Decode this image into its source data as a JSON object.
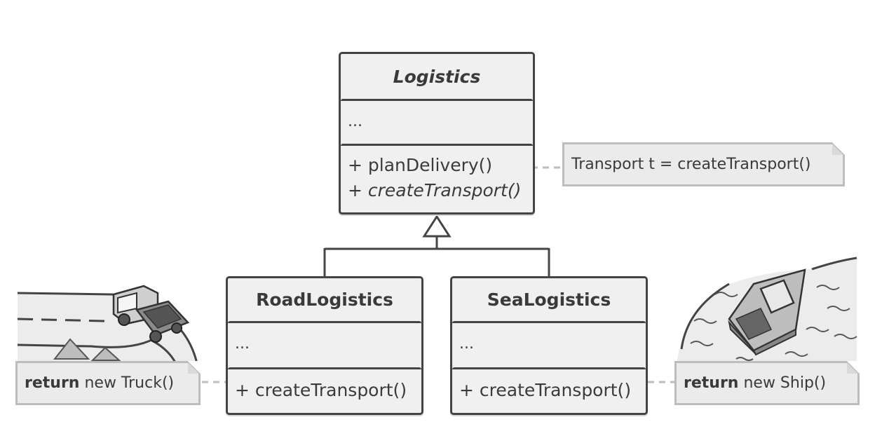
{
  "base_class": {
    "name": "Logistics",
    "attributes": "...",
    "operations": [
      "+ planDelivery()",
      "+ createTransport()"
    ]
  },
  "subclasses": [
    {
      "name": "RoadLogistics",
      "attributes": "...",
      "operation": "+ createTransport()"
    },
    {
      "name": "SeaLogistics",
      "attributes": "...",
      "operation": "+ createTransport()"
    }
  ],
  "notes": {
    "plan_delivery": "Transport t = createTransport()",
    "road": {
      "keyword": "return",
      "text": "new Truck()"
    },
    "sea": {
      "keyword": "return",
      "text": "new Ship()"
    }
  },
  "illustrations": [
    "truck-on-road",
    "boat-on-sea"
  ]
}
